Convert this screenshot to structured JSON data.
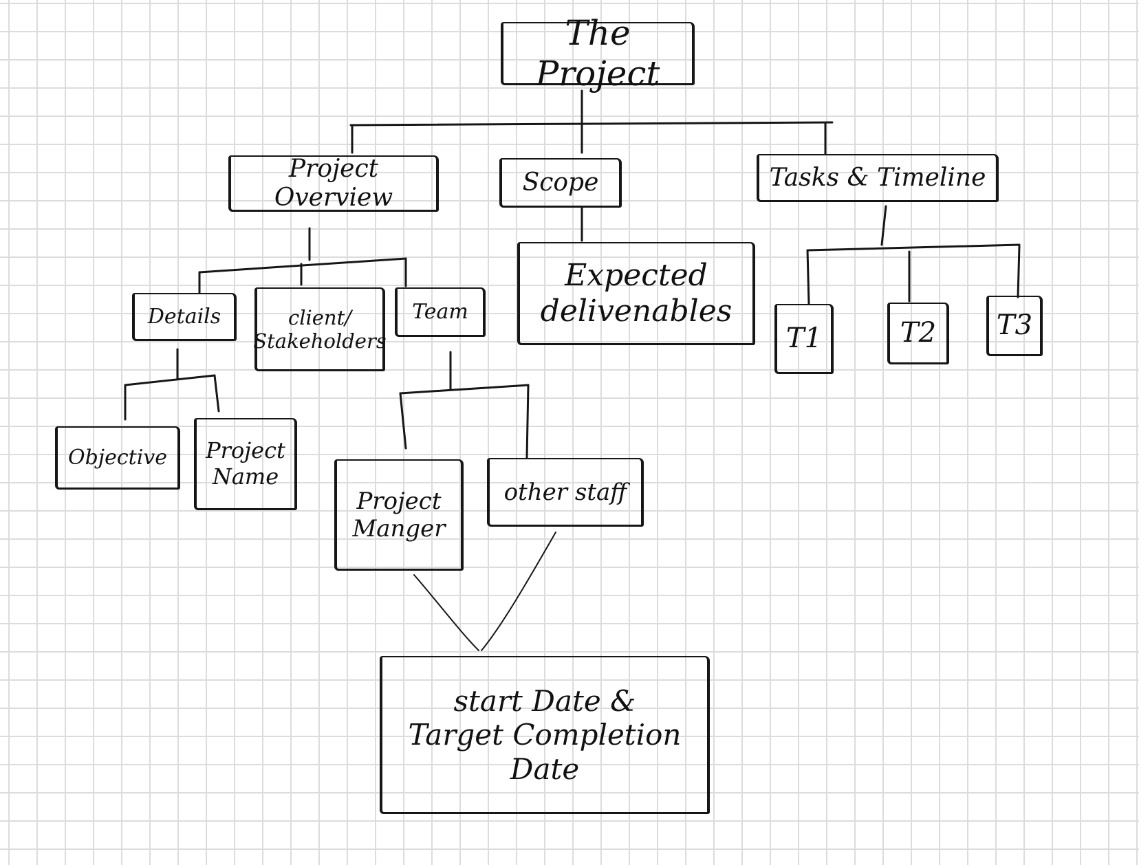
{
  "diagram": {
    "root": "The Project",
    "level1": {
      "overview": "Project Overview",
      "scope": "Scope",
      "tasks": "Tasks & Timeline"
    },
    "overview_children": {
      "details": "Details",
      "client": "client/\nStakeholders",
      "team": "Team"
    },
    "details_children": {
      "objective": "Objective",
      "project_name": "Project\nName"
    },
    "team_children": {
      "manager": "Project\nManger",
      "staff": "other staff"
    },
    "scope_children": {
      "deliverables": "Expected\ndelivenables"
    },
    "task_children": {
      "t1": "T1",
      "t2": "T2",
      "t3": "T3"
    },
    "dates": "start Date &\nTarget Completion\nDate"
  },
  "colors": {
    "ink": "#161616",
    "grid": "#dcdcdc",
    "paper": "#ffffff"
  }
}
